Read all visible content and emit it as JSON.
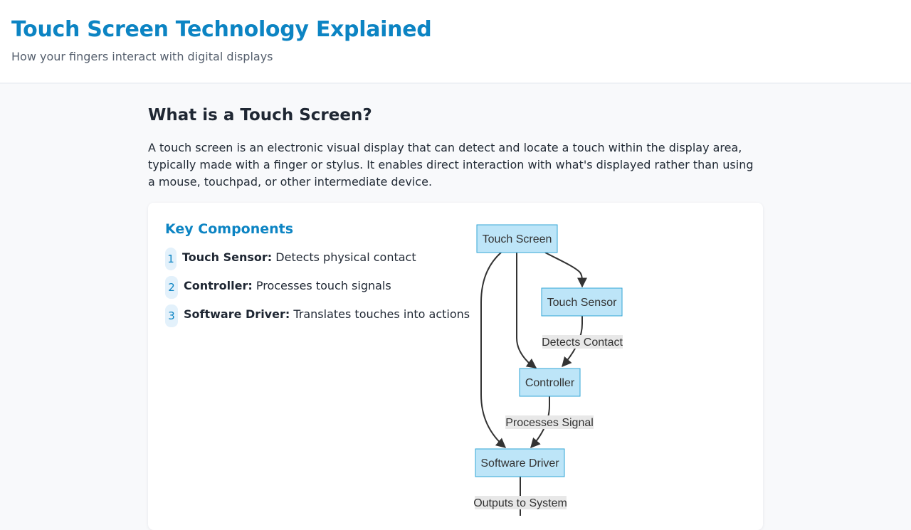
{
  "header": {
    "title": "Touch Screen Technology Explained",
    "subtitle": "How your fingers interact with digital displays"
  },
  "section": {
    "heading": "What is a Touch Screen?",
    "intro": "A touch screen is an electronic visual display that can detect and locate a touch within the display area, typically made with a finger or stylus. It enables direct interaction with what's displayed rather than using a mouse, touchpad, or other intermediate device."
  },
  "components": {
    "title": "Key Components",
    "items": [
      {
        "number": "1",
        "name": "Touch Sensor:",
        "description": "Detects physical contact"
      },
      {
        "number": "2",
        "name": "Controller:",
        "description": "Processes touch signals"
      },
      {
        "number": "3",
        "name": "Software Driver:",
        "description": "Translates touches into actions"
      }
    ]
  },
  "diagram": {
    "nodes": {
      "touch_screen": "Touch Screen",
      "touch_sensor": "Touch Sensor",
      "controller": "Controller",
      "software_driver": "Software Driver"
    },
    "edges": {
      "detects_contact": "Detects Contact",
      "processes_signal": "Processes Signal",
      "outputs_to_system": "Outputs to System"
    },
    "colors": {
      "node_fill": "#bde5f8",
      "node_stroke": "#33a6d6",
      "edge": "#333333"
    }
  },
  "colors": {
    "accent": "#0c84c3",
    "background": "#f8f9fb"
  }
}
